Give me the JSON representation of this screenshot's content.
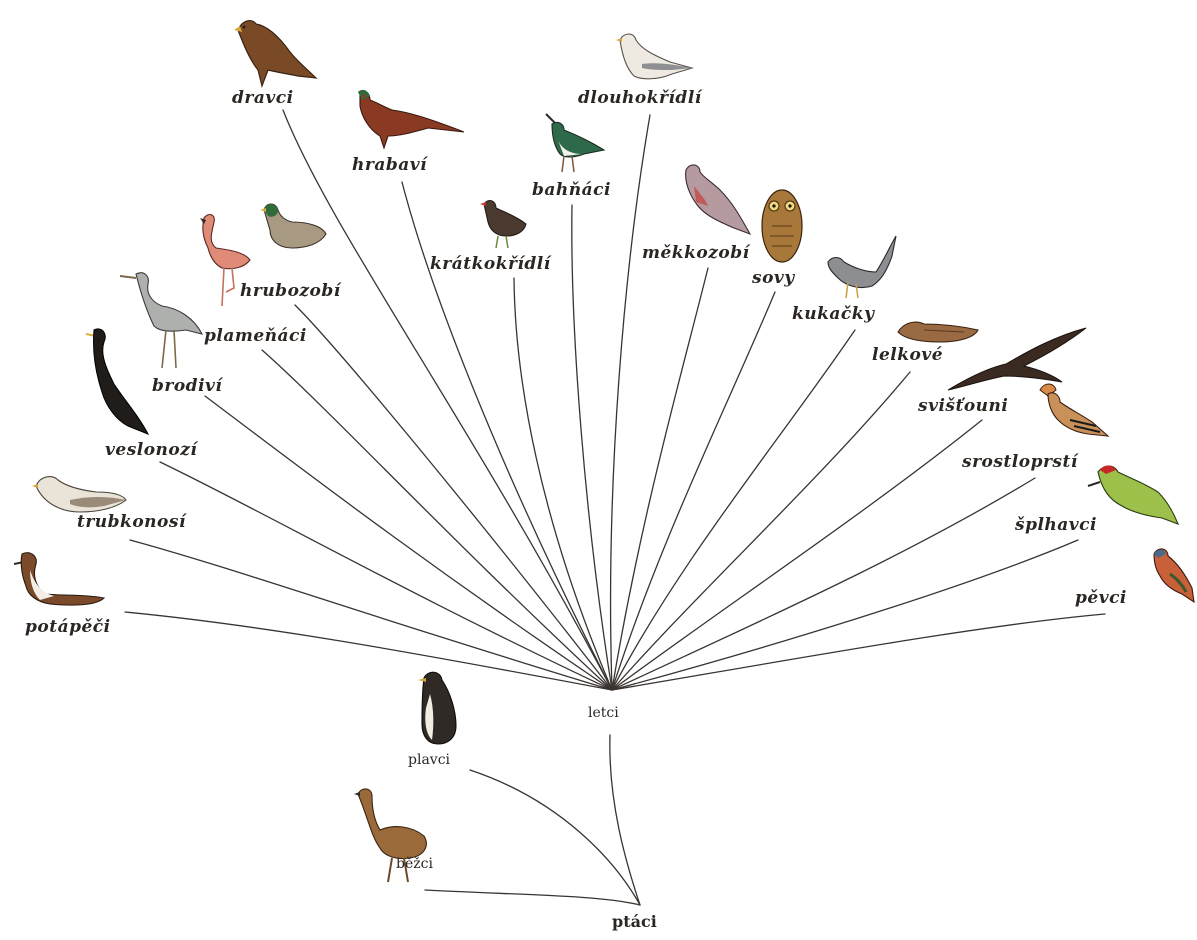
{
  "diagram": {
    "root": {
      "label": "ptáci"
    },
    "groups": [
      {
        "id": "letci",
        "label": "letci"
      },
      {
        "id": "plavci",
        "label": "plavci"
      },
      {
        "id": "bezci",
        "label": "běžci"
      }
    ],
    "orders": [
      {
        "id": "dravci",
        "label": "dravci"
      },
      {
        "id": "hrabavi",
        "label": "hrabaví"
      },
      {
        "id": "dlouhokridli",
        "label": "dlouhokřídlí"
      },
      {
        "id": "bahnaci",
        "label": "bahňáci"
      },
      {
        "id": "kratkokridli",
        "label": "krátkokřídlí"
      },
      {
        "id": "hrubozobi",
        "label": "hrubozobí"
      },
      {
        "id": "plamenaci",
        "label": "plameňáci"
      },
      {
        "id": "brodivi",
        "label": "brodiví"
      },
      {
        "id": "veslonozi",
        "label": "veslonozí"
      },
      {
        "id": "trubkonosi",
        "label": "trubkonosí"
      },
      {
        "id": "potapeci",
        "label": "potápěči"
      },
      {
        "id": "mekkozobi",
        "label": "měkkozobí"
      },
      {
        "id": "sovy",
        "label": "sovy"
      },
      {
        "id": "kukacky",
        "label": "kukačky"
      },
      {
        "id": "lelkove",
        "label": "lelkové"
      },
      {
        "id": "svistouni",
        "label": "svišťouni"
      },
      {
        "id": "srostloprsti",
        "label": "srostloprstí"
      },
      {
        "id": "splhavci",
        "label": "šplhavci"
      },
      {
        "id": "pevci",
        "label": "pěvci"
      }
    ],
    "colors": {
      "line": "#3a3431",
      "text": "#2b2622",
      "background": "#ffffff"
    }
  }
}
